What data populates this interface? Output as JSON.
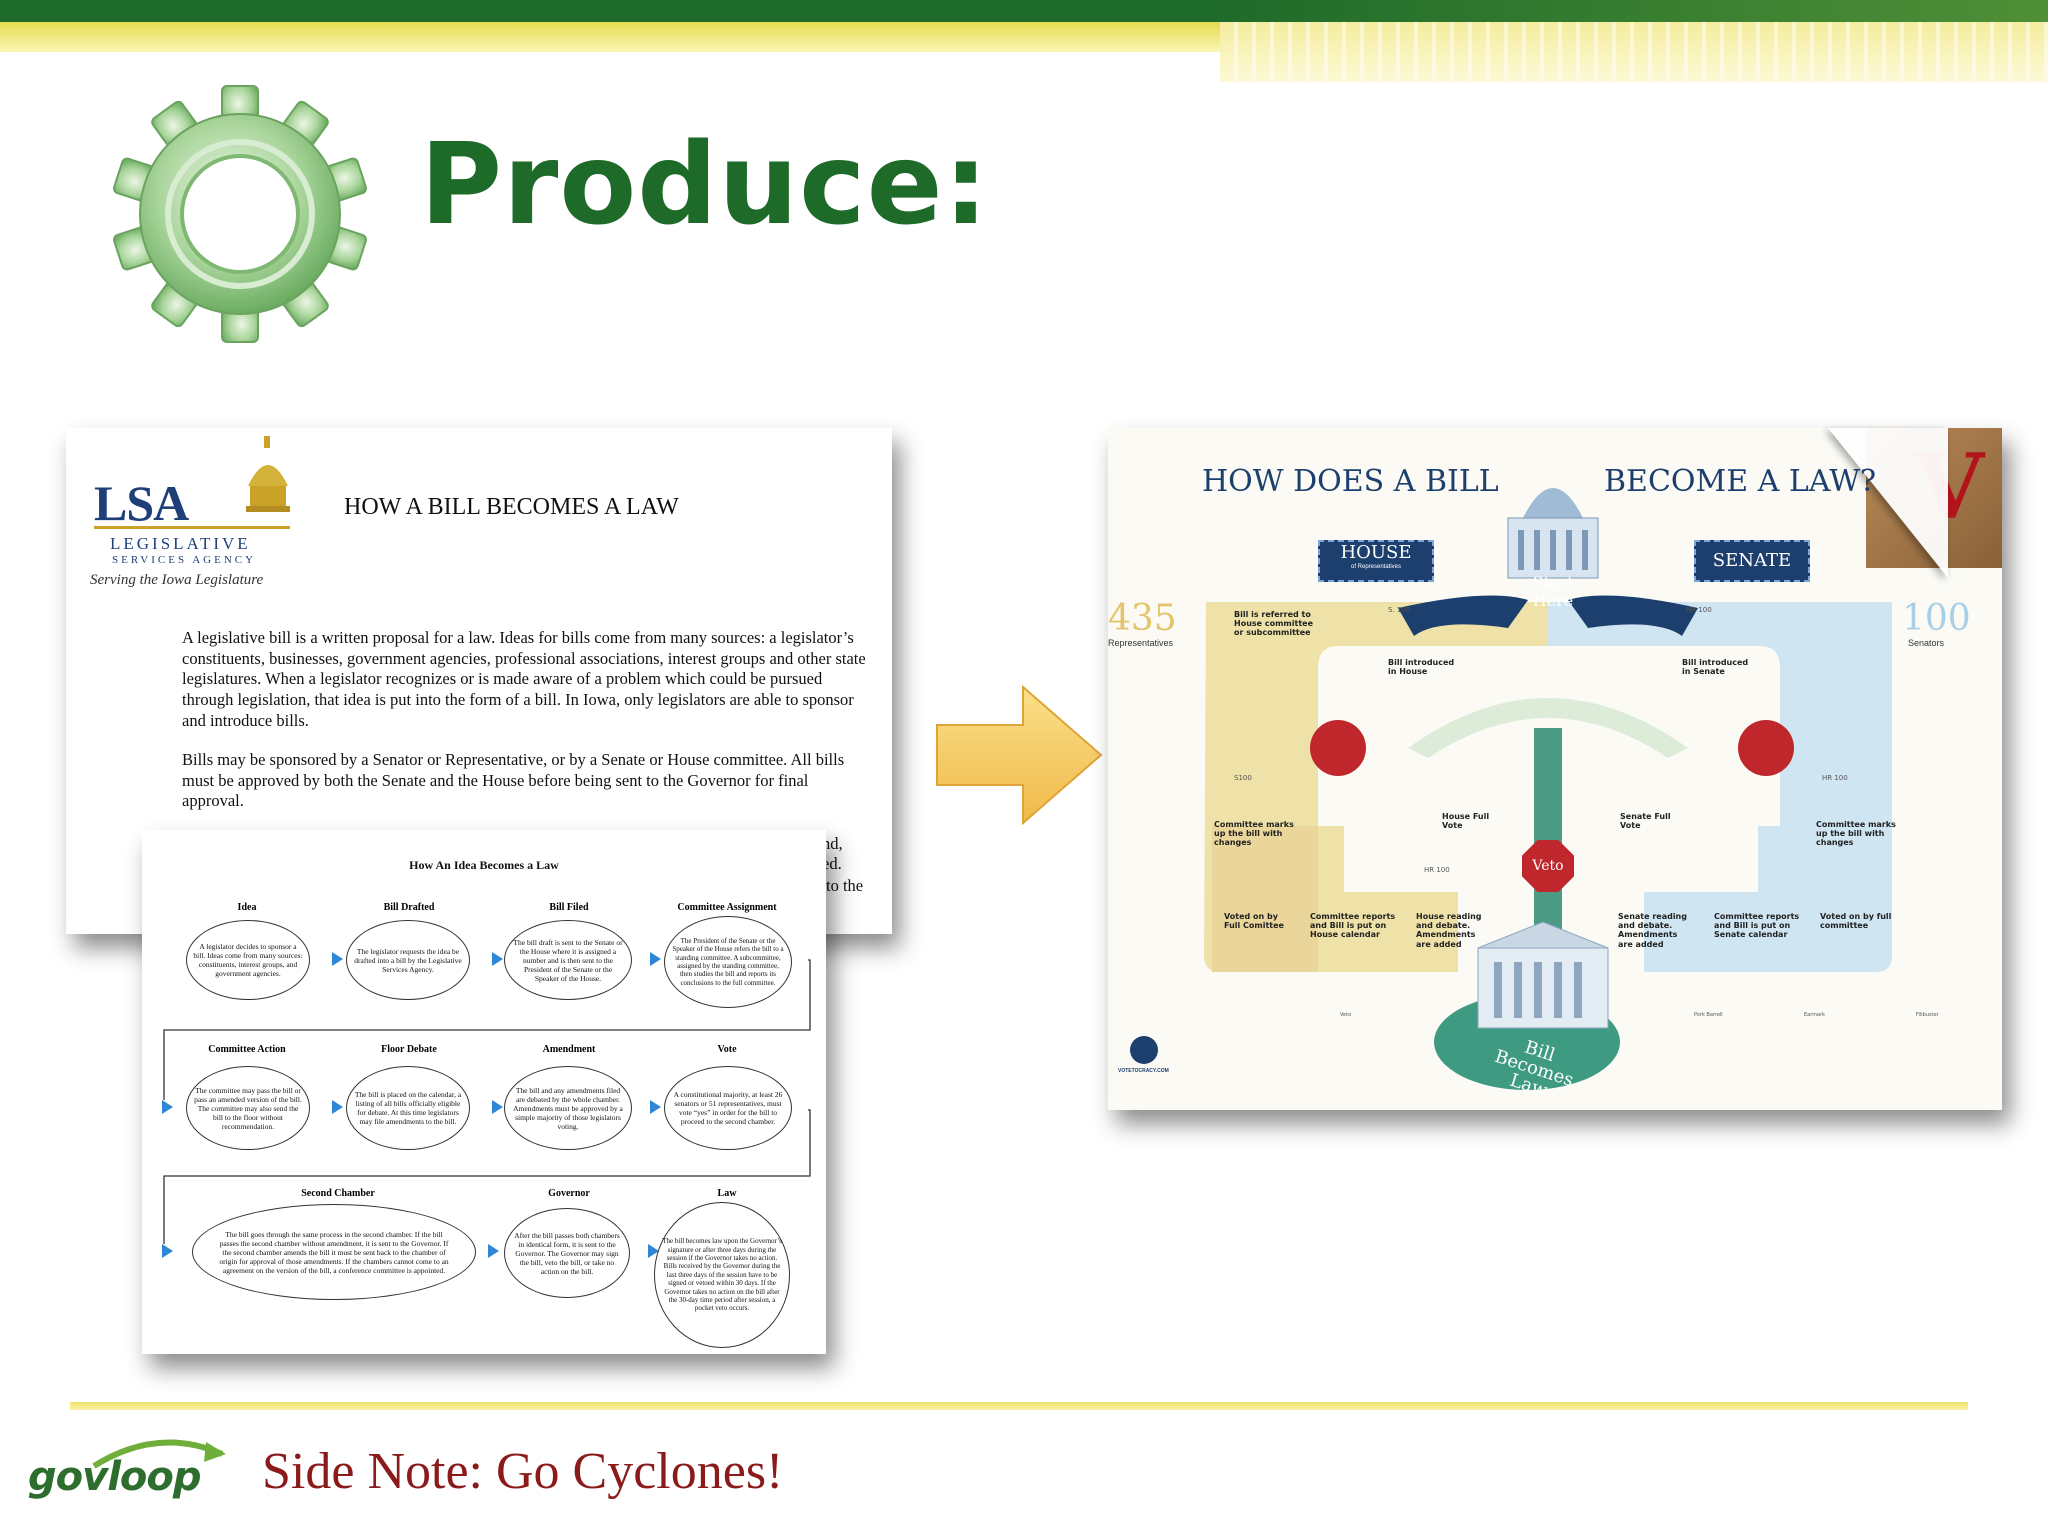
{
  "slide": {
    "title": "Produce:",
    "side_note": "Side Note: Go Cyclones!",
    "logo_text": "govloop"
  },
  "doc_lsa": {
    "logo_main": "LSA",
    "logo_sub1": "LEGISLATIVE",
    "logo_sub2": "SERVICES AGENCY",
    "tagline": "Serving the Iowa Legislature",
    "heading": "HOW A BILL BECOMES A LAW",
    "para1": "A legislative bill is a written proposal for a law. Ideas for bills come from many sources: a legislator’s constituents, businesses, government agencies, professional associations, interest groups and other state legislatures. When a legislator recognizes or is made aware of a problem which could be pursued through legislation, that idea is put into the form of a bill. In Iowa, only legislators are able to sponsor and introduce bills.",
    "para2": "Bills may be sponsored by a Senator or Representative, or by a Senate or House committee. All bills must be approved by both the Senate and the House before being sent to the Governor for final approval.",
    "peek1": "nd,",
    "peek2": "ed.",
    "peek3": "to the"
  },
  "flowchart": {
    "title": "How An Idea Becomes a Law",
    "steps": [
      {
        "head": "Idea",
        "text": "A legislator decides to sponsor a bill. Ideas come from many sources: constituents, interest groups, and government agencies."
      },
      {
        "head": "Bill Drafted",
        "text": "The legislator requests the idea be drafted into a bill by the Legislative Services Agency."
      },
      {
        "head": "Bill Filed",
        "text": "The bill draft is sent to the Senate or the House where it is assigned a number and is then sent to the President of the Senate or the Speaker of the House."
      },
      {
        "head": "Committee Assignment",
        "text": "The President of the Senate or the Speaker of the House refers the bill to a standing committee. A subcommittee, assigned by the standing committee, then studies the bill and reports its conclusions to the full committee."
      },
      {
        "head": "Committee Action",
        "text": "The committee may pass the bill or pass an amended version of the bill. The committee may also send the bill to the floor without recommendation."
      },
      {
        "head": "Floor Debate",
        "text": "The bill is placed on the calendar, a listing of all bills officially eligible for debate. At this time legislators may file amendments to the bill."
      },
      {
        "head": "Amendment",
        "text": "The bill and any amendments filed are debated by the whole chamber. Amendments must be approved by a simple majority of those legislators voting."
      },
      {
        "head": "Vote",
        "text": "A constitutional majority, at least 26 senators or 51 representatives, must vote “yes” in order for the bill to proceed to the second chamber."
      },
      {
        "head": "Second Chamber",
        "text": "The bill goes through the same process in the second chamber. If the bill passes the second chamber without amendment, it is sent to the Governor. If the second chamber amends the bill it must be sent back to the chamber of origin for approval of those amendments. If the chambers cannot come to an agreement on the version of the bill, a conference committee is appointed."
      },
      {
        "head": "Governor",
        "text": "After the bill passes both chambers in identical form, it is sent to the Governor. The Governor may sign the bill, veto the bill, or take no action on the bill."
      },
      {
        "head": "Law",
        "text": "The bill becomes law upon the Governor’s signature or after three days during the session if the Governor takes no action. Bills received by the Governor during the last three days of the session have to be signed or vetoed within 30 days. If the Governor takes no action on the bill after the 30-day time period after session, a pocket veto occurs."
      }
    ]
  },
  "poster": {
    "title_left": "HOW DOES A BILL",
    "title_right": "BECOME A LAW?",
    "corner_letter": "V",
    "house_label": "HOUSE",
    "house_sub": "of Representatives",
    "senate_label": "SENATE",
    "start_here": "Start\nHere",
    "reps_number": "435",
    "reps_label": "Representatives",
    "senators_number": "100",
    "senators_label": "Senators",
    "veto": "Veto",
    "bill_law": "Bill\nBecomes\nLaw",
    "brand": "VOTETOCRACY.COM",
    "steps": {
      "house_committee": "Bill is referred to House committee or subcommittee",
      "bill_intro_house": "Bill introduced in House",
      "bill_intro_senate": "Bill introduced in Senate",
      "committee_markup_left": "Committee marks up the bill with changes",
      "committee_markup_right": "Committee marks up the bill with changes",
      "house_full_vote": "House Full Vote",
      "senate_full_vote": "Senate Full Vote",
      "voted_full_left": "Voted on by Full Comittee",
      "voted_full_right": "Voted on by full committee",
      "house_calendar": "Committee reports and Bill is put on House calendar",
      "house_reading": "House reading and debate. Amendments are added",
      "senate_reading": "Senate reading and debate. Amendments are added",
      "senate_calendar": "Committee reports and Bill is put on Senate calendar"
    },
    "bill_tags": [
      "S. 100",
      "HR 100",
      "S100",
      "HR 100",
      "HR 100"
    ],
    "legend": [
      "Veto",
      "Pork Barrell",
      "Earmark",
      "Filibuster"
    ]
  },
  "colors": {
    "title_green": "#1e6a28",
    "side_note_red": "#8b1a1a",
    "house_navy": "#1c3f6e",
    "veto_red": "#c0272d"
  }
}
